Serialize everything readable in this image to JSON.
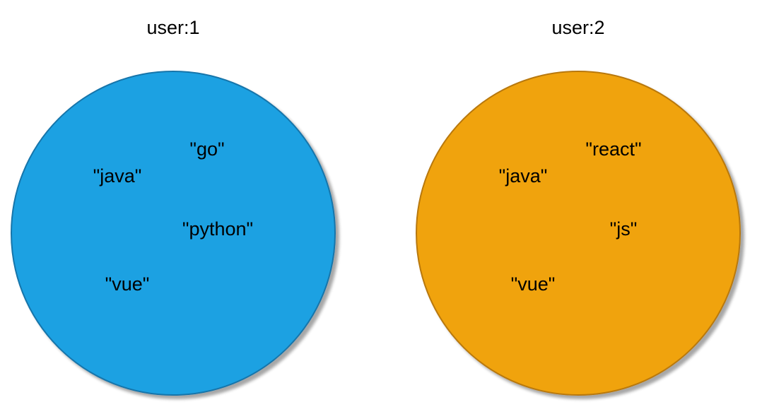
{
  "sets": [
    {
      "key": "user:1",
      "fill": "#1ea1e2",
      "stroke": "#1674aa",
      "members": [
        "\"go\"",
        "\"java\"",
        "\"python\"",
        "\"vue\""
      ]
    },
    {
      "key": "user:2",
      "fill": "#f0a30f",
      "stroke": "#b8780c",
      "members": [
        "\"react\"",
        "\"java\"",
        "\"js\"",
        "\"vue\""
      ]
    }
  ]
}
